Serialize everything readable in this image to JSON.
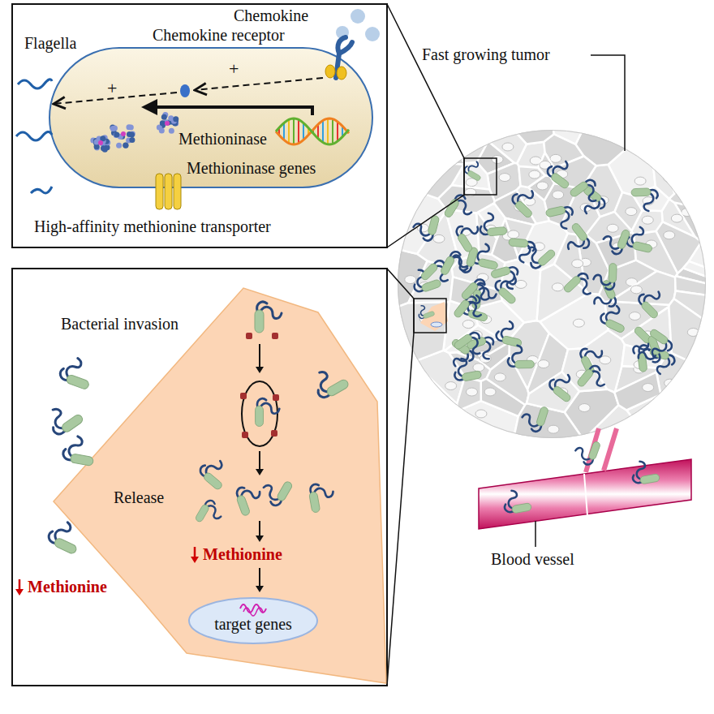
{
  "diagram": {
    "nodes": [
      {
        "text": [
          "Chemokine",
          "Chemokine receptor",
          "Flagella",
          "High-affinity methionine transporter"
        ]
      },
      {
        "text": [
          "Methioninase",
          "Methioninase genes"
        ],
        "in": 0
      },
      {
        "text": [
          "Fast growing tumor"
        ]
      },
      {
        "text": [
          "Bacterial invasion",
          "Methionine"
        ]
      },
      {
        "text": [
          "Release",
          "Methionine"
        ],
        "in": 3
      },
      {
        "text": [
          "target genes"
        ],
        "in": 4
      },
      {
        "text": [
          "Blood vessel"
        ]
      }
    ],
    "edges": [
      {
        "from": 0,
        "to": 2,
        "arrow": "none"
      },
      {
        "from": 3,
        "to": 2,
        "arrow": "none"
      }
    ],
    "labels": [
      "+",
      "+"
    ]
  }
}
